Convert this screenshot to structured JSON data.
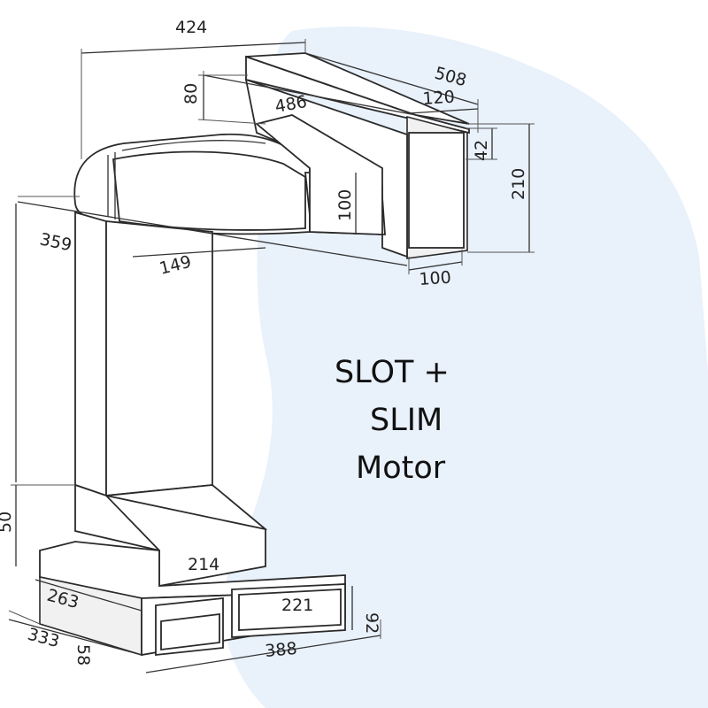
{
  "title": {
    "line1": "SLOT +",
    "line2": "SLIM",
    "line3": "Motor"
  },
  "dimensions": {
    "top_width": "424",
    "duct_length": "508",
    "duct_inner_length": "486",
    "height_80": "80",
    "width_120": "120",
    "height_42": "42",
    "height_210": "210",
    "duct_height_100": "100",
    "duct_bottom_100": "100",
    "depth_359": "359",
    "depth_149": "149",
    "base_width_214": "214",
    "base_depth_263": "263",
    "motor_width_221": "221",
    "motor_height_92": "92",
    "base_depth_333": "333",
    "small_58": "58",
    "base_width_388": "388",
    "column_height_partial": "50"
  },
  "colors": {
    "background_blob": "#e9f1fb",
    "line": "#2a2a2a"
  }
}
